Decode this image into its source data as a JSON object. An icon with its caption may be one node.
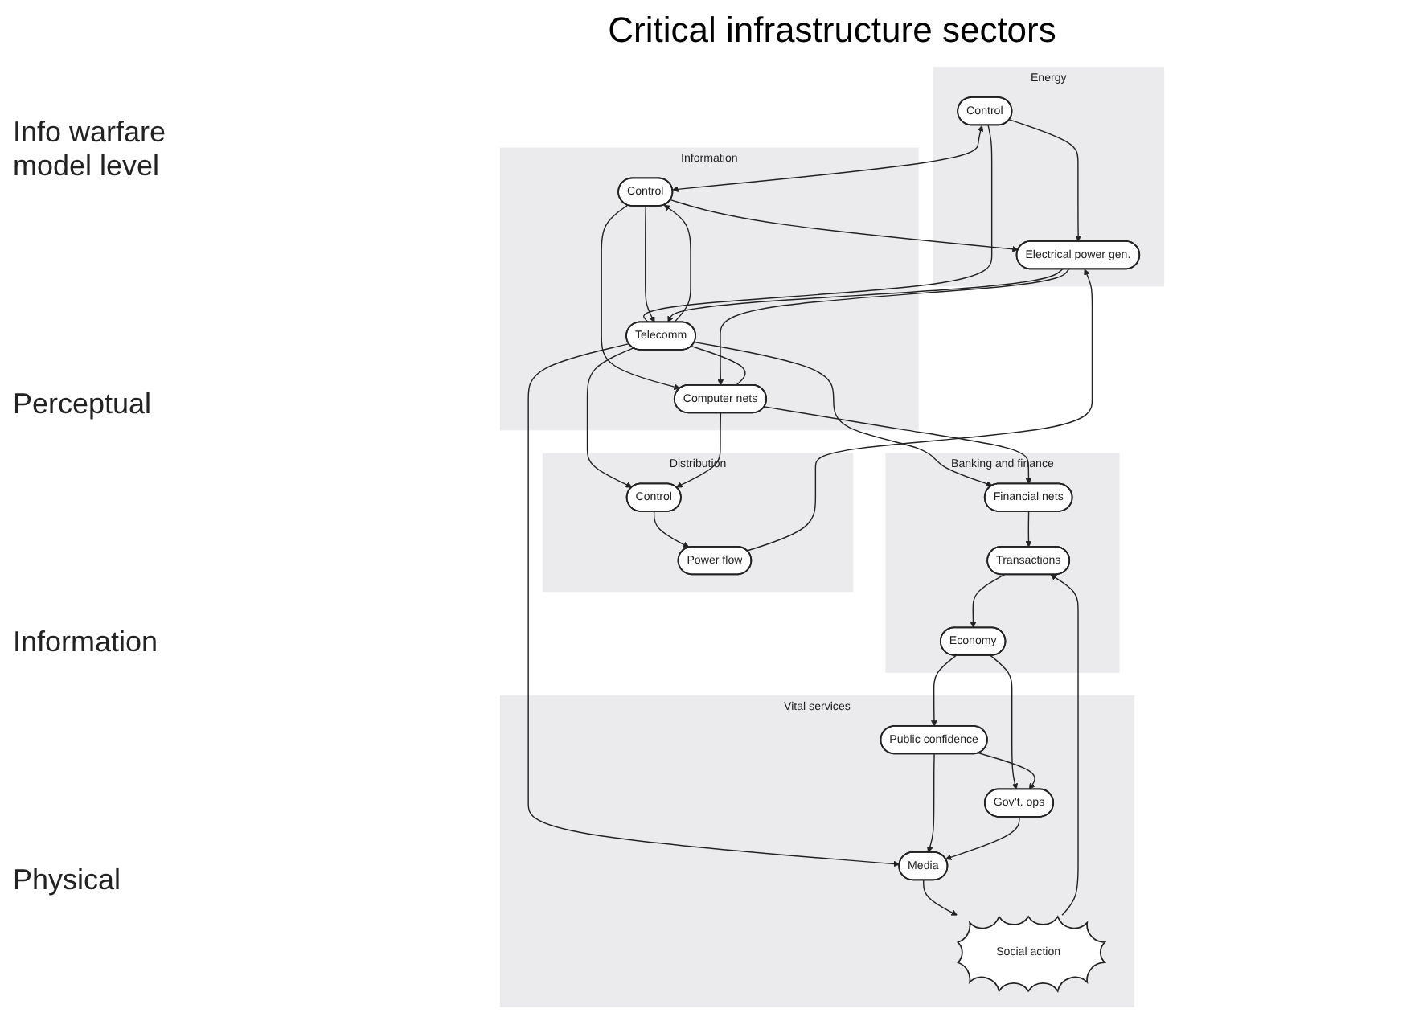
{
  "diagram": {
    "title": "Critical infrastructure sectors",
    "nodes": [
      {
        "text": [
          "Energy"
        ]
      },
      {
        "text": [
          "Information"
        ]
      },
      {
        "text": [
          "Distribution"
        ]
      },
      {
        "text": [
          "Banking and finance"
        ]
      },
      {
        "text": [
          "Vital services"
        ]
      },
      {
        "text": [
          "Gov’t. ops"
        ],
        "in": 4
      },
      {
        "text": [
          "Economy"
        ],
        "in": 3
      },
      {
        "text": [
          "Public confidence"
        ],
        "in": 4
      },
      {
        "text": [
          "Control"
        ],
        "in": 1
      },
      {
        "text": [
          "Control"
        ],
        "in": 0
      },
      {
        "text": [
          "Control"
        ],
        "in": 2
      },
      {
        "text": [
          "Transactions"
        ],
        "in": 3
      },
      {
        "text": [
          "Media"
        ],
        "in": 4
      },
      {
        "text": [
          "Telecomm"
        ],
        "in": 1
      },
      {
        "text": [
          "Electrical power gen."
        ],
        "in": 0
      },
      {
        "text": [
          "Financial nets"
        ],
        "in": 3
      },
      {
        "text": [
          "Social action"
        ],
        "in": 4
      },
      {
        "text": [
          "Computer nets"
        ],
        "in": 1
      },
      {
        "text": [
          "Power flow"
        ],
        "in": 2
      }
    ],
    "edges": [
      {
        "from": 9,
        "to": 8,
        "arrow": "both"
      },
      {
        "from": 8,
        "to": 14,
        "arrow": "to"
      },
      {
        "from": 9,
        "to": 14,
        "arrow": "to"
      },
      {
        "from": 9,
        "to": 13,
        "arrow": "none"
      },
      {
        "from": 13,
        "to": 8,
        "arrow": "to"
      },
      {
        "from": 13,
        "to": 10,
        "arrow": "to"
      },
      {
        "from": 8,
        "to": 13,
        "arrow": "to"
      },
      {
        "from": 8,
        "to": 17,
        "arrow": "to"
      },
      {
        "from": 14,
        "to": 13,
        "arrow": "to"
      },
      {
        "from": 14,
        "to": 17,
        "arrow": "to"
      },
      {
        "from": 13,
        "to": 17,
        "arrow": "none"
      },
      {
        "from": 13,
        "to": 15,
        "arrow": "to"
      },
      {
        "from": 13,
        "to": 12,
        "arrow": "to"
      },
      {
        "from": 17,
        "to": 10,
        "arrow": "to"
      },
      {
        "from": 17,
        "to": 15,
        "arrow": "to"
      },
      {
        "from": 10,
        "to": 18,
        "arrow": "to"
      },
      {
        "from": 18,
        "to": 14,
        "arrow": "to"
      },
      {
        "from": 15,
        "to": 11,
        "arrow": "to"
      },
      {
        "from": 16,
        "to": 11,
        "arrow": "to"
      },
      {
        "from": 11,
        "to": 6,
        "arrow": "to"
      },
      {
        "from": 6,
        "to": 5,
        "arrow": "to"
      },
      {
        "from": 6,
        "to": 7,
        "arrow": "to"
      },
      {
        "from": 7,
        "to": 5,
        "arrow": "to"
      },
      {
        "from": 7,
        "to": 12,
        "arrow": "to"
      },
      {
        "from": 5,
        "to": 12,
        "arrow": "to"
      },
      {
        "from": 12,
        "to": 16,
        "arrow": "to"
      }
    ],
    "labels": [
      "Info warfare model level",
      "Perceptual",
      "Information",
      "Physical"
    ]
  }
}
